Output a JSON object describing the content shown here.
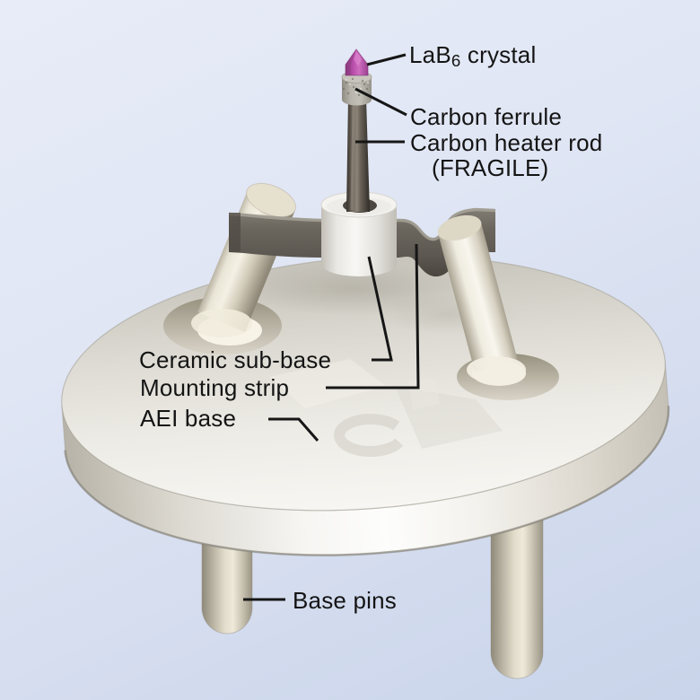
{
  "figure": {
    "kind": "labeled-technical-illustration",
    "labels": {
      "lab6_crystal": {
        "prefix": "LaB",
        "subscript": "6",
        "suffix": " crystal"
      },
      "carbon_ferrule": "Carbon ferrule",
      "carbon_heater_rod": "Carbon heater rod",
      "fragile": "(FRAGILE)",
      "ceramic_sub_base": "Ceramic sub-base",
      "mounting_strip": "Mounting strip",
      "aei_base": "AEI base",
      "base_pins": "Base pins"
    },
    "colors": {
      "background_top": "#e8ecf8",
      "background_bottom": "#c9d4ea",
      "crystal_magenta": "#bb51ab",
      "ferrule_gray": "#b8b5ad",
      "heater_rod_dark": "#5a544c",
      "ceramic_white": "#f4f3f0",
      "mounting_strip_gray": "#6e6961",
      "aei_base_cream": "#efede6",
      "pin_beige": "#d9d3c2",
      "label_text": "#141414",
      "leader_line": "#161616"
    }
  }
}
